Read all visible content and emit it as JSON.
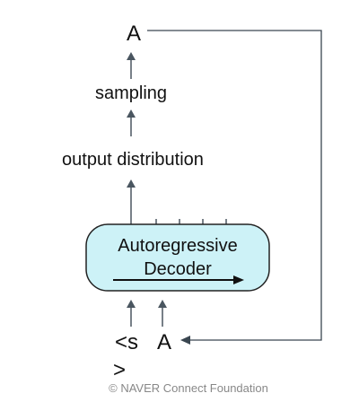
{
  "diagram": {
    "top_token": "A",
    "sampling_label": "sampling",
    "output_label": "output distribution",
    "decoder": {
      "line1": "Autoregressive",
      "line2": "Decoder",
      "fill_color": "#cdf2f7",
      "border_color": "#222222"
    },
    "input_token_start_line1": "<s",
    "input_token_start_line2": ">",
    "input_token_a": "A",
    "footer_text": "© NAVER Connect Foundation",
    "arrow_color": "#4a5660"
  }
}
